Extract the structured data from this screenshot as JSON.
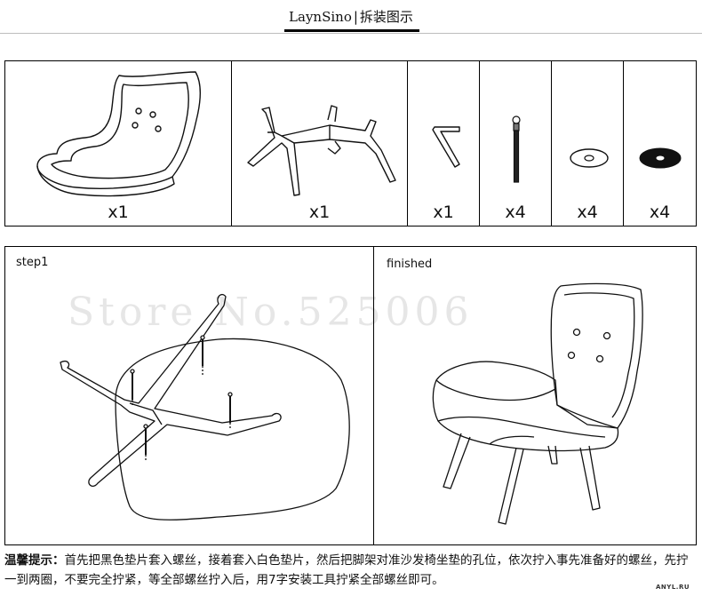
{
  "header": {
    "brand": "LaynSino",
    "separator": "|",
    "subtitle": "拆装图示"
  },
  "parts": [
    {
      "icon": "chair-seat-icon",
      "qty": "x1"
    },
    {
      "icon": "leg-frame-icon",
      "qty": "x1"
    },
    {
      "icon": "allen-key-icon",
      "qty": "x1"
    },
    {
      "icon": "bolt-icon",
      "qty": "x4"
    },
    {
      "icon": "white-washer-icon",
      "qty": "x4"
    },
    {
      "icon": "black-washer-icon",
      "qty": "x4"
    }
  ],
  "steps": {
    "step1_label": "step1",
    "finished_label": "finished",
    "watermark": "Store No.525006"
  },
  "tip": {
    "label": "温馨提示：",
    "text": "首先把黑色垫片套入螺丝，接着套入白色垫片，然后把脚架对准沙发椅坐垫的孔位，依次拧入事先准备好的螺丝，先拧一到两圈，不要完全拧紧，等全部螺丝拧入后，用7字安装工具拧紧全部螺丝即可。"
  },
  "badge": "ANYL.RU",
  "colors": {
    "line": "#111111",
    "rule": "#bdbdbd",
    "watermark": "#e6e6e6"
  }
}
